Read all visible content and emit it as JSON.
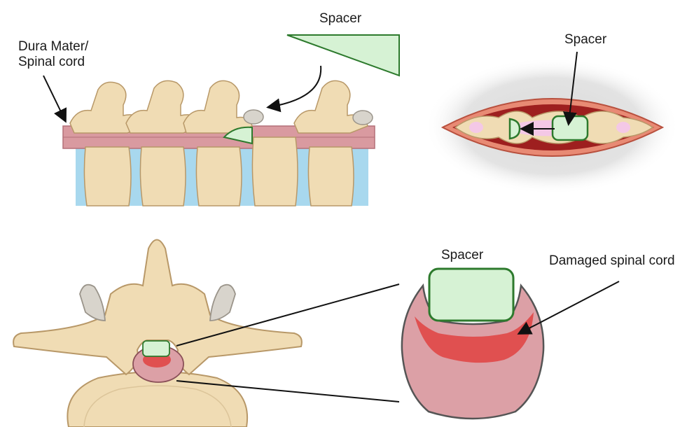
{
  "labels": {
    "dura_mater_line1": "Dura Mater/",
    "dura_mater_line2": "Spinal cord",
    "spacer_side": "Spacer",
    "spacer_top_view": "Spacer",
    "spacer_cross_section": "Spacer",
    "damaged_cord": "Damaged spinal cord"
  },
  "colors": {
    "bone": "#f0dcb4",
    "bone_outline": "#b89868",
    "spacer_fill": "#d6f2d4",
    "spacer_outline": "#2d7a2d",
    "dura": "#d99aa0",
    "disc": "#a8d8ee",
    "cord_damage": "#e05050",
    "cord_tissue": "#dca0a6",
    "wound_dark": "#9e1f1f"
  }
}
